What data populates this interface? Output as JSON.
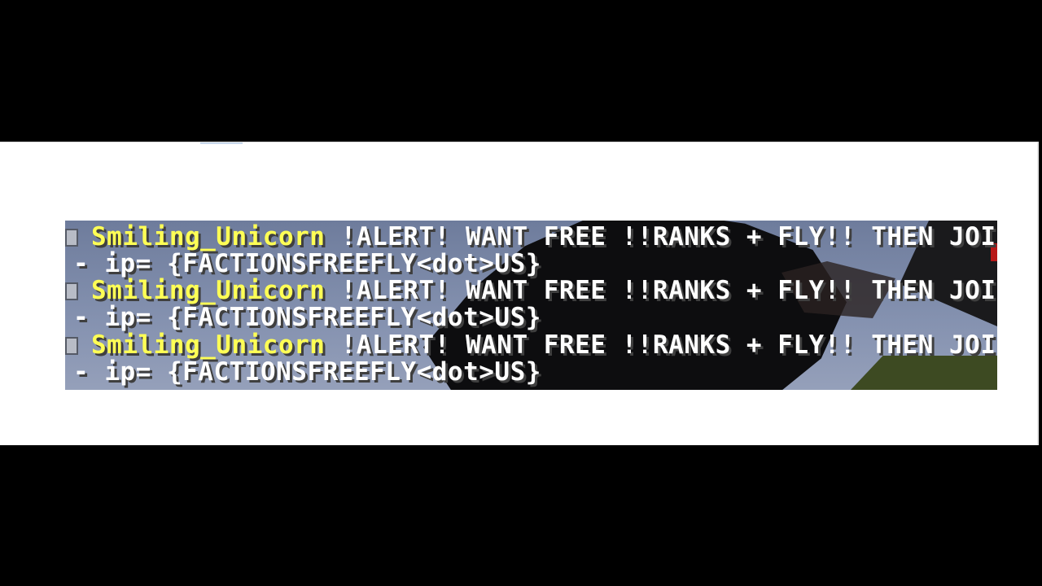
{
  "chat": {
    "partial_top": "ᐧᐧ ᐧᐧᐧᐧᐧᐧᐧ ᐧᐧ ᐧᐧᐧᐧ",
    "messages": [
      {
        "sender": "Smiling_Unicorn",
        "text": "!ALERT! WANT FREE !!RANKS + FLY!! THEN JOIN",
        "continuation": "- ip= {FACTIONSFREEFLY<dot>US}"
      },
      {
        "sender": "Smiling_Unicorn",
        "text": "!ALERT! WANT FREE !!RANKS + FLY!! THEN JOIN",
        "continuation": "- ip= {FACTIONSFREEFLY<dot>US}"
      },
      {
        "sender": "Smiling_Unicorn",
        "text": "!ALERT! WANT FREE !!RANKS + FLY!! THEN JOIN",
        "continuation": "- ip= {FACTIONSFREEFLY<dot>US}"
      }
    ],
    "partial_bottom": "ᐧᐧᐧᐧᐧ ᐧᐧᐧ ᐧ"
  },
  "colors": {
    "sender_name": "#ffff55",
    "message_text": "#ffffff",
    "sky": "#7d8aa8"
  },
  "icons": {
    "chat_prefix": "chat-badge-icon"
  }
}
